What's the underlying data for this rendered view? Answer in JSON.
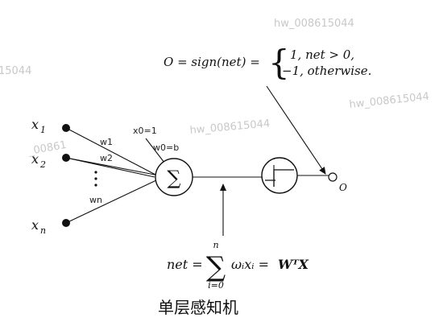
{
  "watermark": "hw_008615044",
  "output_formula": {
    "lhs": "O = sign(net) =",
    "case1": "1, net > 0,",
    "case2": "−1, otherwise."
  },
  "inputs": {
    "x1": "x",
    "x1_sub": "1",
    "x2": "x",
    "x2_sub": "2",
    "xn": "x",
    "xn_sub": "n"
  },
  "weights": {
    "w1": "w1",
    "w2": "w2",
    "wn": "wn",
    "x0": "x0=1",
    "w0": "w0=b"
  },
  "sum_symbol": "∑",
  "output_label": "O",
  "net_formula": {
    "lhs": "net =",
    "sum_top": "n",
    "sum_bottom": "i=0",
    "body": "ωᵢxᵢ =",
    "vector": "WᵀX"
  },
  "title": "单层感知机"
}
